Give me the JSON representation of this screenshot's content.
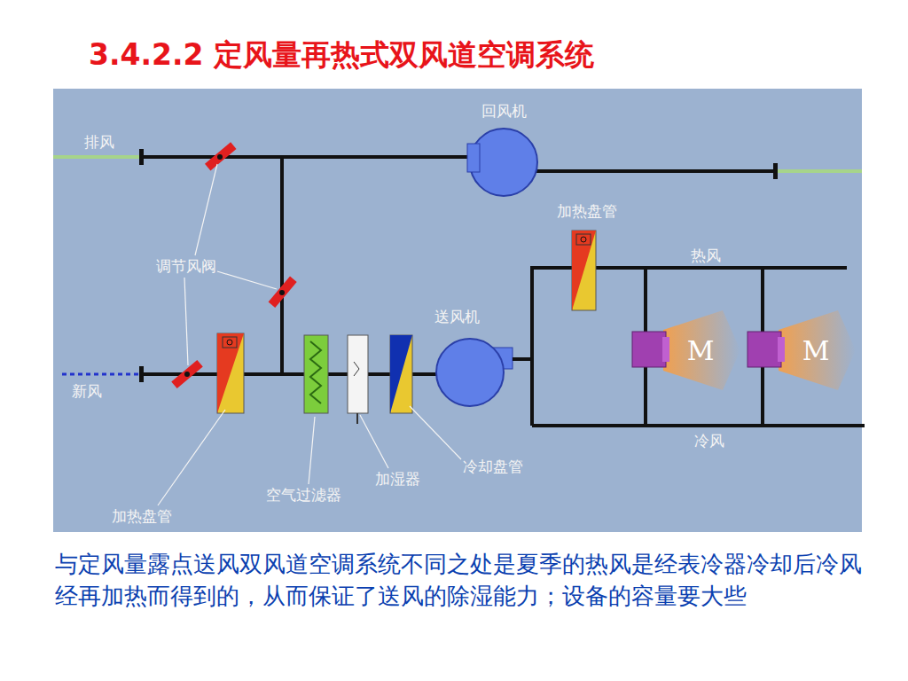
{
  "diagram": {
    "title": "3.4.2.2 定风量再热式双风道空调系统",
    "caption": "与定风量露点送风双风道空调系统不同之处是夏季的热风是经表冷器冷却后冷风经再加热而得到的，从而保证了送风的除湿能力；设备的容量要大些",
    "labels": [
      "排风",
      "回风机",
      "加热盘管",
      "热风",
      "调节风阀",
      "送风机",
      "M",
      "M",
      "新风",
      "冷风",
      "冷却盘管",
      "加湿器",
      "空气过滤器",
      "加热盘管"
    ]
  }
}
